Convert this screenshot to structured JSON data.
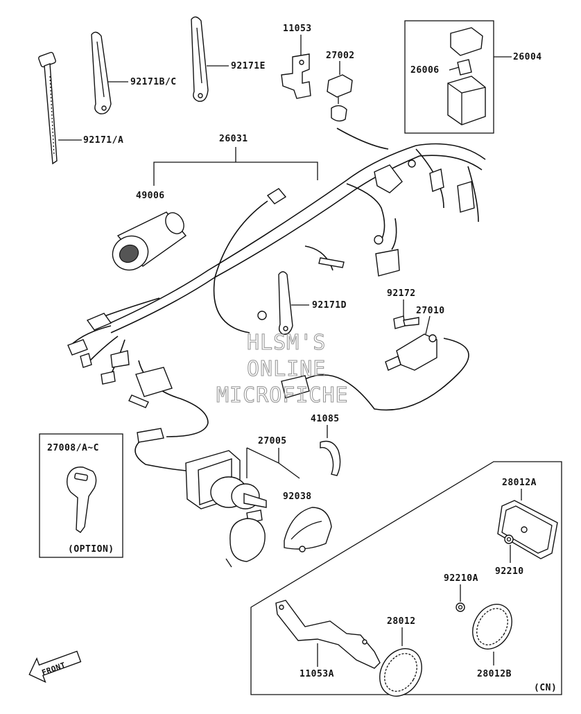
{
  "labels": {
    "p92171a": "92171/A",
    "p92171bc": "92171B/C",
    "p92171e": "92171E",
    "p11053": "11053",
    "p27002": "27002",
    "p26006": "26006",
    "p26004": "26004",
    "p26031": "26031",
    "p49006": "49006",
    "p92171d": "92171D",
    "p92172": "92172",
    "p27010": "27010",
    "p41085": "41085",
    "p27005": "27005",
    "p92038": "92038",
    "p27008": "27008/A~C",
    "option": "(OPTION)",
    "p28012a": "28012A",
    "p92210": "92210",
    "p92210a": "92210A",
    "p28012": "28012",
    "p28012b": "28012B",
    "p11053a": "11053A",
    "cn": "(CN)",
    "front": "FRONT"
  },
  "watermark": [
    "HLSM'S",
    "ONLINE",
    "MICROFICHE"
  ]
}
